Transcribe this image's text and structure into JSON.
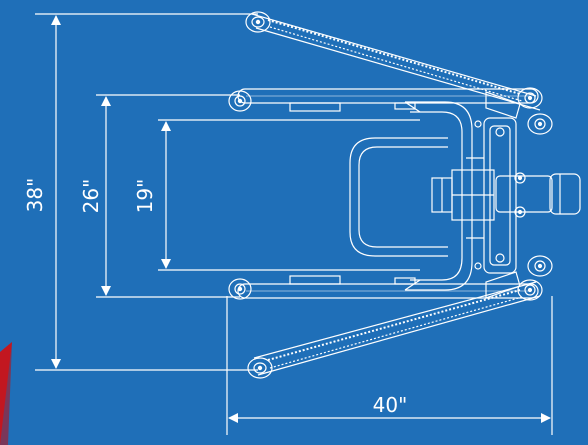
{
  "dimensions": {
    "overall_height": "38\"",
    "leg_span": "26\"",
    "inner_width": "19\"",
    "overall_length": "40\""
  },
  "colors": {
    "background": "#1f6fb8",
    "lines": "#ffffff",
    "corner_accent": "#d4202a"
  }
}
